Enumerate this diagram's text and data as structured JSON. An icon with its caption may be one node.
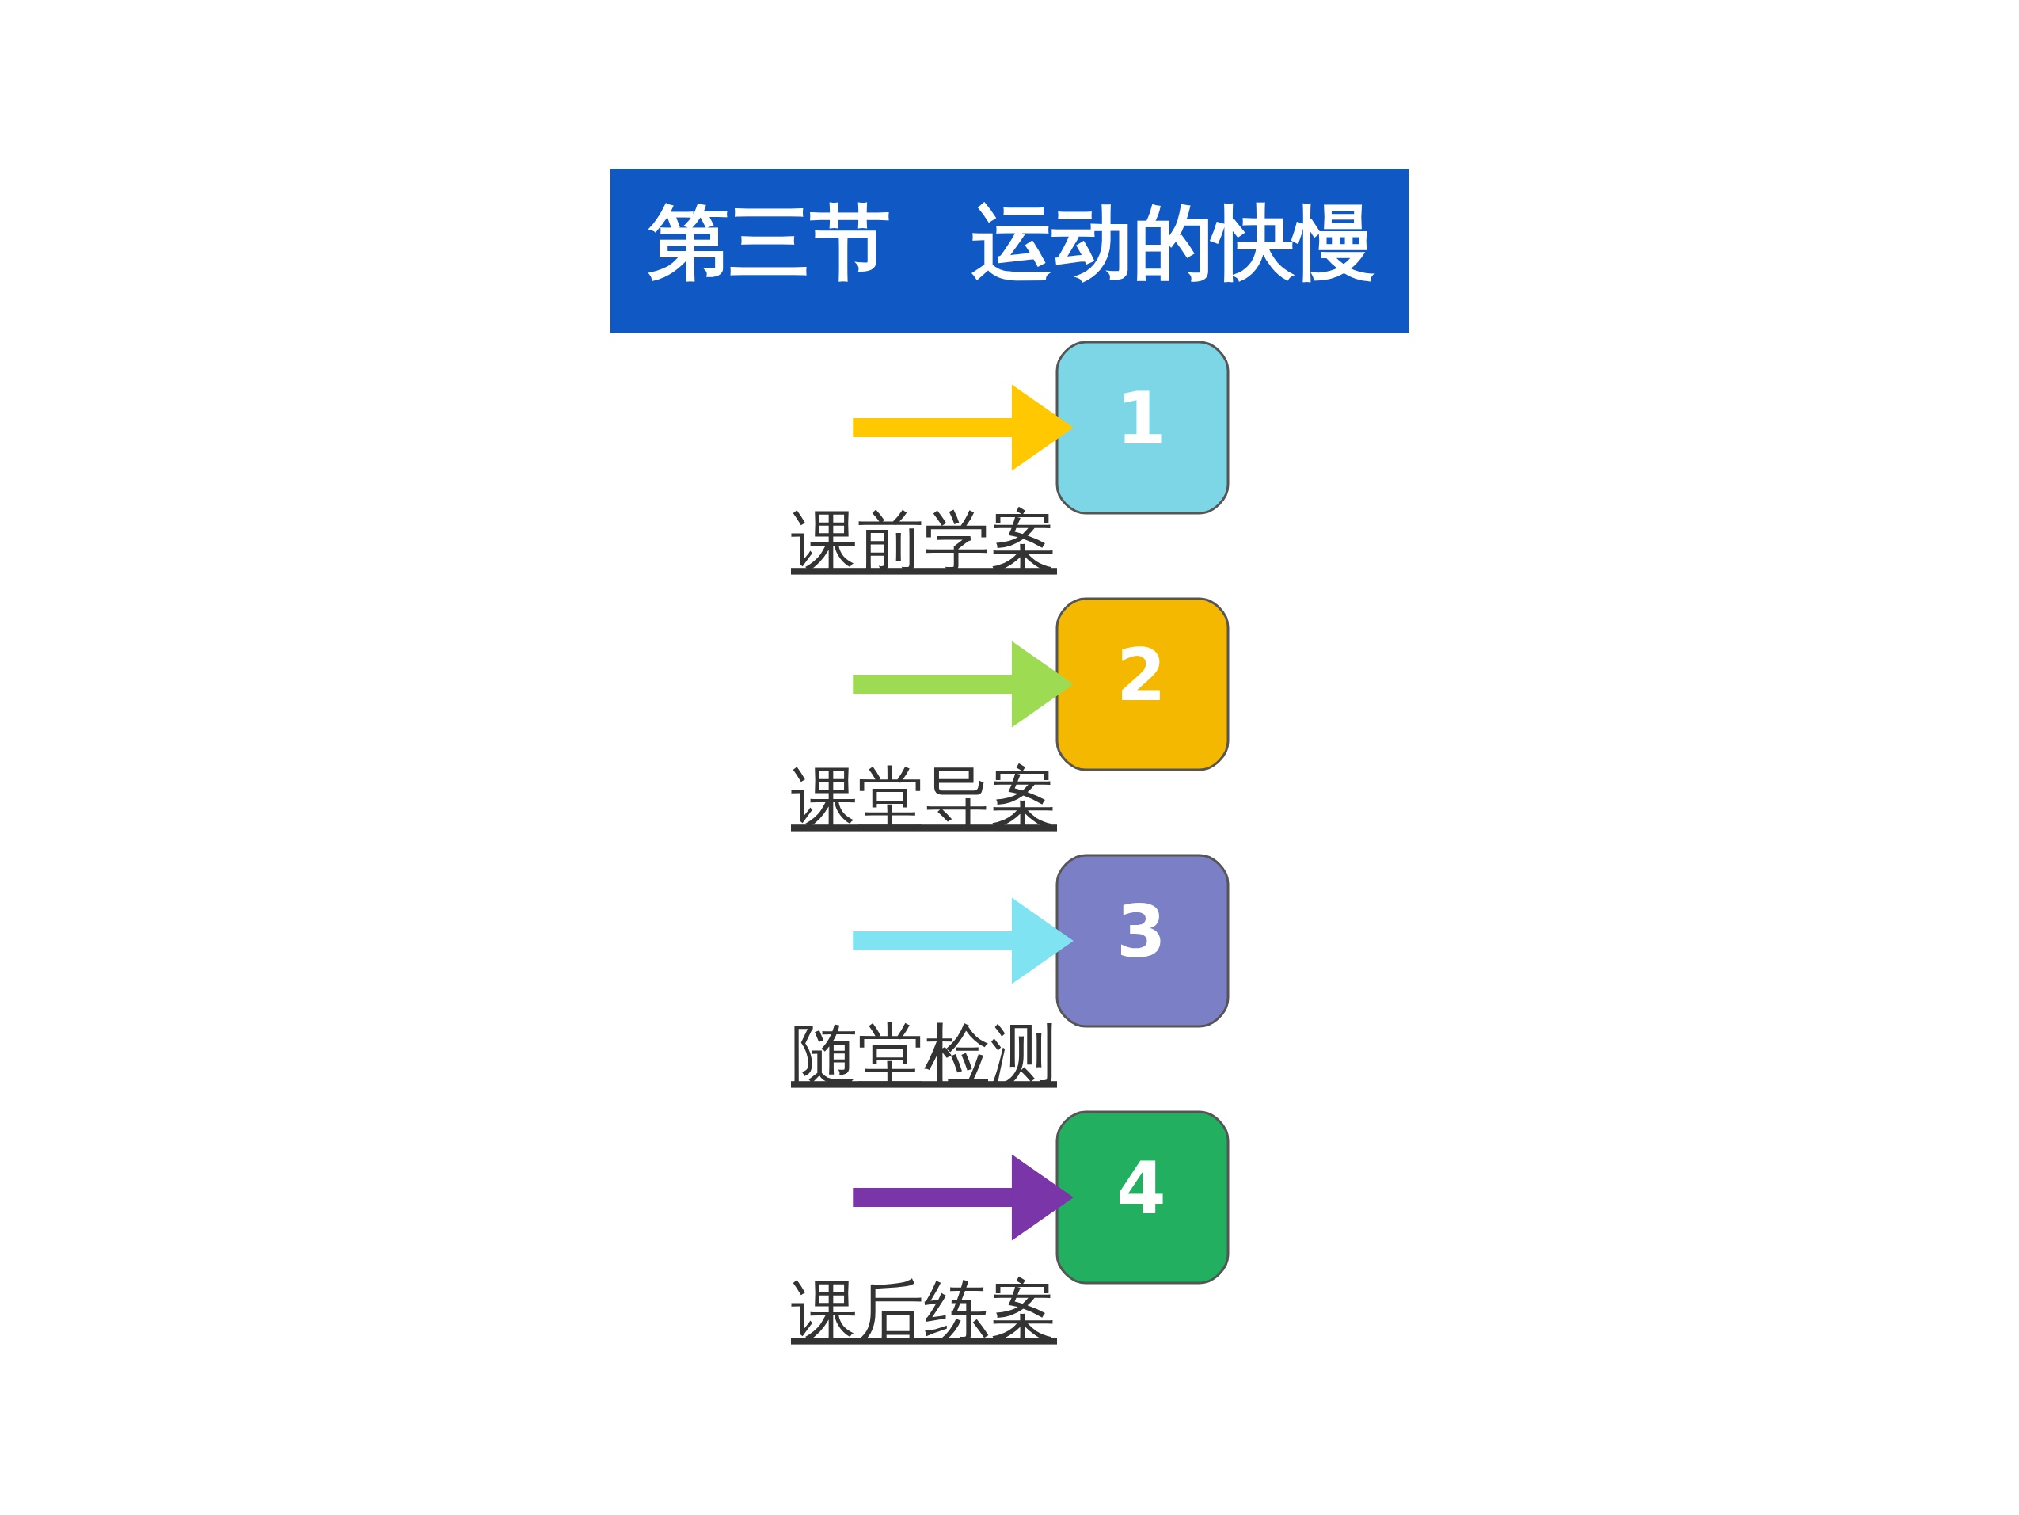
{
  "diagram": {
    "title": "第三节　运动的快慢",
    "nodes": [
      {
        "text": [
          "1"
        ],
        "beside": [
          "课前学案"
        ]
      },
      {
        "text": [
          "2"
        ],
        "beside": [
          "课堂导案"
        ]
      },
      {
        "text": [
          "3"
        ],
        "beside": [
          "随堂检测"
        ]
      },
      {
        "text": [
          "4"
        ],
        "beside": [
          "课后练案"
        ]
      }
    ],
    "edges": [
      {
        "from": null,
        "to": 0,
        "arrow": "to",
        "color": "#ffc800"
      },
      {
        "from": null,
        "to": 1,
        "arrow": "to",
        "color": "#9ddc52"
      },
      {
        "from": null,
        "to": 2,
        "arrow": "to",
        "color": "#7fe3f2"
      },
      {
        "from": null,
        "to": 3,
        "arrow": "to",
        "color": "#7a35a8"
      }
    ]
  }
}
